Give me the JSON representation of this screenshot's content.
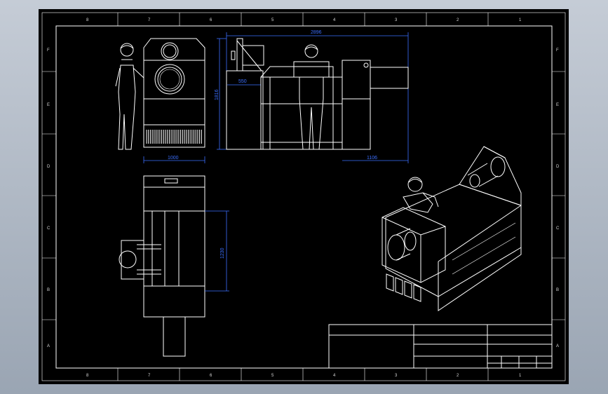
{
  "colors": {
    "sheet": "#000000",
    "lines": "#ffffff",
    "dimensions": "#3b6fff",
    "background": "#aab3c0"
  },
  "border": {
    "top_columns": [
      "8",
      "7",
      "6",
      "5",
      "4",
      "3",
      "2",
      "1"
    ],
    "bottom_columns": [
      "8",
      "7",
      "6",
      "5",
      "4",
      "3",
      "2",
      "1"
    ],
    "left_rows": [
      "F",
      "E",
      "D",
      "C",
      "B",
      "A"
    ],
    "right_rows": [
      "F",
      "E",
      "D",
      "C",
      "B",
      "A"
    ]
  },
  "dimensions": {
    "front_width": "1000",
    "front_height": "1816",
    "side_total": "2896",
    "side_small": "550",
    "side_right": "1106",
    "top_length": "1230"
  }
}
